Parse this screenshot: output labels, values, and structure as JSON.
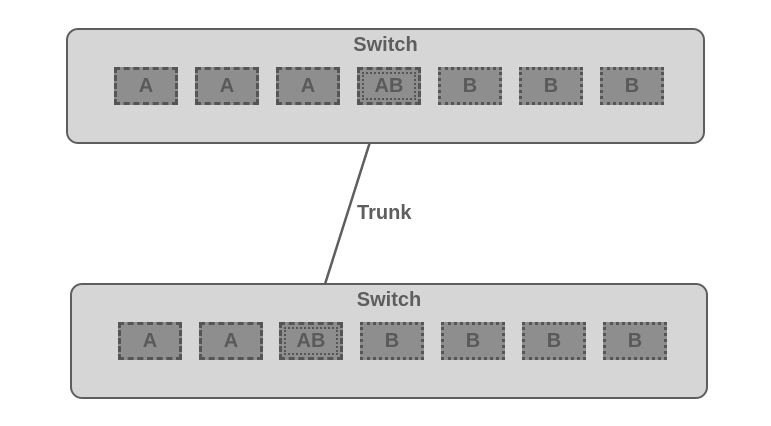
{
  "switches": [
    {
      "title": "Switch",
      "ports": [
        {
          "label": "A",
          "vlan": "A"
        },
        {
          "label": "A",
          "vlan": "A"
        },
        {
          "label": "A",
          "vlan": "A"
        },
        {
          "label": "AB",
          "vlan": "AB"
        },
        {
          "label": "B",
          "vlan": "B"
        },
        {
          "label": "B",
          "vlan": "B"
        },
        {
          "label": "B",
          "vlan": "B"
        }
      ]
    },
    {
      "title": "Switch",
      "ports": [
        {
          "label": "A",
          "vlan": "A"
        },
        {
          "label": "A",
          "vlan": "A"
        },
        {
          "label": "AB",
          "vlan": "AB"
        },
        {
          "label": "B",
          "vlan": "B"
        },
        {
          "label": "B",
          "vlan": "B"
        },
        {
          "label": "B",
          "vlan": "B"
        },
        {
          "label": "B",
          "vlan": "B"
        }
      ]
    }
  ],
  "trunk": {
    "label": "Trunk"
  },
  "colors": {
    "switch_fill": "#d6d6d6",
    "switch_border": "#5e5e5e",
    "port_fill": "#8e8e8e",
    "text": "#5e5e5e"
  }
}
